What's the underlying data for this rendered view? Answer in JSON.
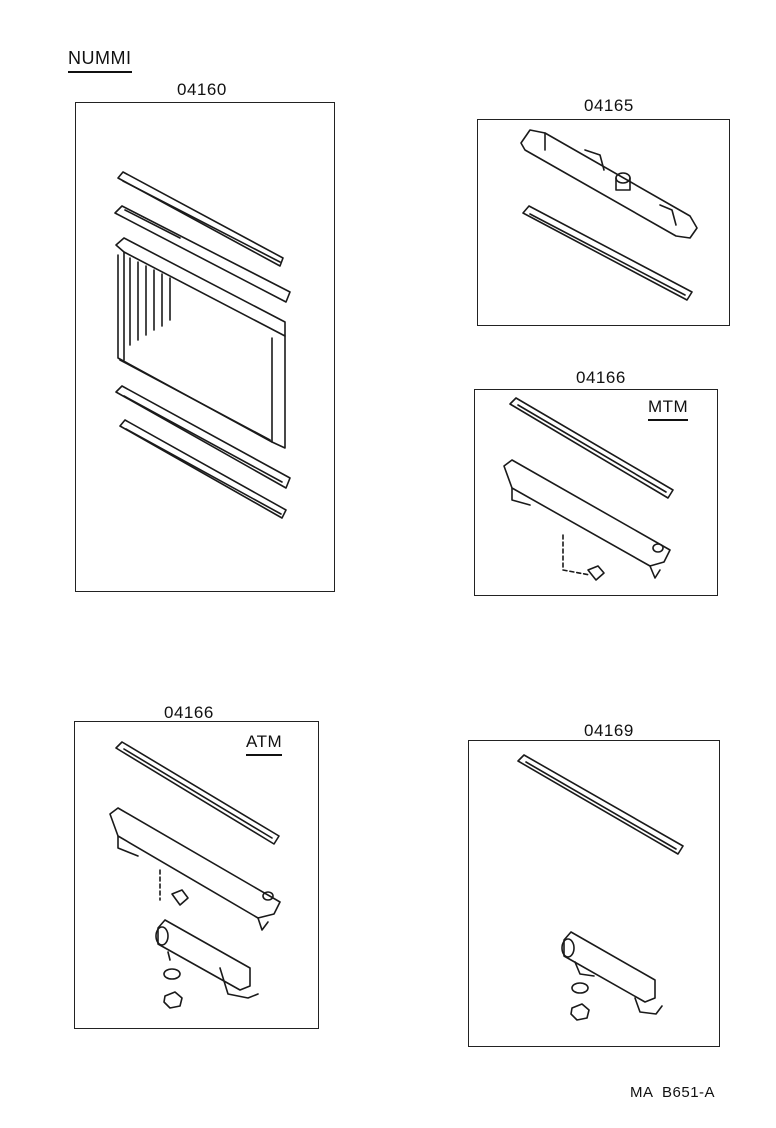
{
  "header": {
    "plant_label": "NUMMI"
  },
  "panels": [
    {
      "part_no": "04160"
    },
    {
      "part_no": "04165"
    },
    {
      "part_no": "04166",
      "variant": "MTM"
    },
    {
      "part_no": "04166",
      "variant": "ATM"
    },
    {
      "part_no": "04169"
    }
  ],
  "footer": {
    "code": "MA  B651-A"
  }
}
